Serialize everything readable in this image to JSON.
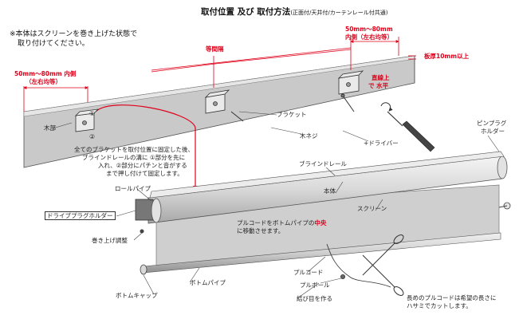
{
  "title": {
    "main": "取付位置 及び 取付方法",
    "sub": "(正面付/天井付/カーテンレール付共通)"
  },
  "note": {
    "line1": "※本体はスクリーンを巻き上げた状態で",
    "line2": "取り付けてください。"
  },
  "dimensions": {
    "left_range": "50mm～80mm 内側",
    "left_even": "（左右均等）",
    "equal_spacing": "等間隔",
    "right_range": "50mm～80mm",
    "right_inside": "内側（左右均等）",
    "board_thickness": "板厚10mm以上",
    "level_line1": "直線上",
    "level_line2": "で 水平"
  },
  "labels": {
    "wood": "木部",
    "bracket": "ブラケット",
    "wood_screw": "木ネジ",
    "screwdriver": "+ドライバー",
    "pin_plug_holder1": "ピンプラグ",
    "pin_plug_holder2": "ホルダー",
    "blind_rail": "ブラインドレール",
    "body": "本体",
    "screen": "スクリーン",
    "roll_pipe": "ロールパイプ",
    "drive_plug_holder": "ドライブプラグホルダー",
    "winding_adjust": "巻き上げ調整",
    "bottom_pipe": "ボトムパイプ",
    "bottom_cap": "ボトムキャップ",
    "pull_cord": "プルコード",
    "pull_ball": "プルボール",
    "tie_knot": "結び目を作る",
    "circle1": "①",
    "circle2": "②"
  },
  "instructions": {
    "fix_line1": "全てのブラケットを取付位置に固定した後、",
    "fix_line2": "ブラインドレールの溝に ①部分を先に",
    "fix_line3": "入れ、②部分にパチンと音がする",
    "fix_line4": "まで押し付けて固定します。",
    "cord_line1_a": "プルコードをボトムパイプの",
    "cord_line1_b": "中央",
    "cord_line2": "に移動させます。",
    "cut_line1": "長めのプルコードは希望の長さに",
    "cut_line2": "ハサミでカットします。"
  },
  "colors": {
    "accent_red": "#e0001a",
    "wall_gray": "#c9c9c9",
    "rail_gray": "#d6d6d6",
    "screen_gray": "#cfcfcf",
    "line": "#333333"
  }
}
